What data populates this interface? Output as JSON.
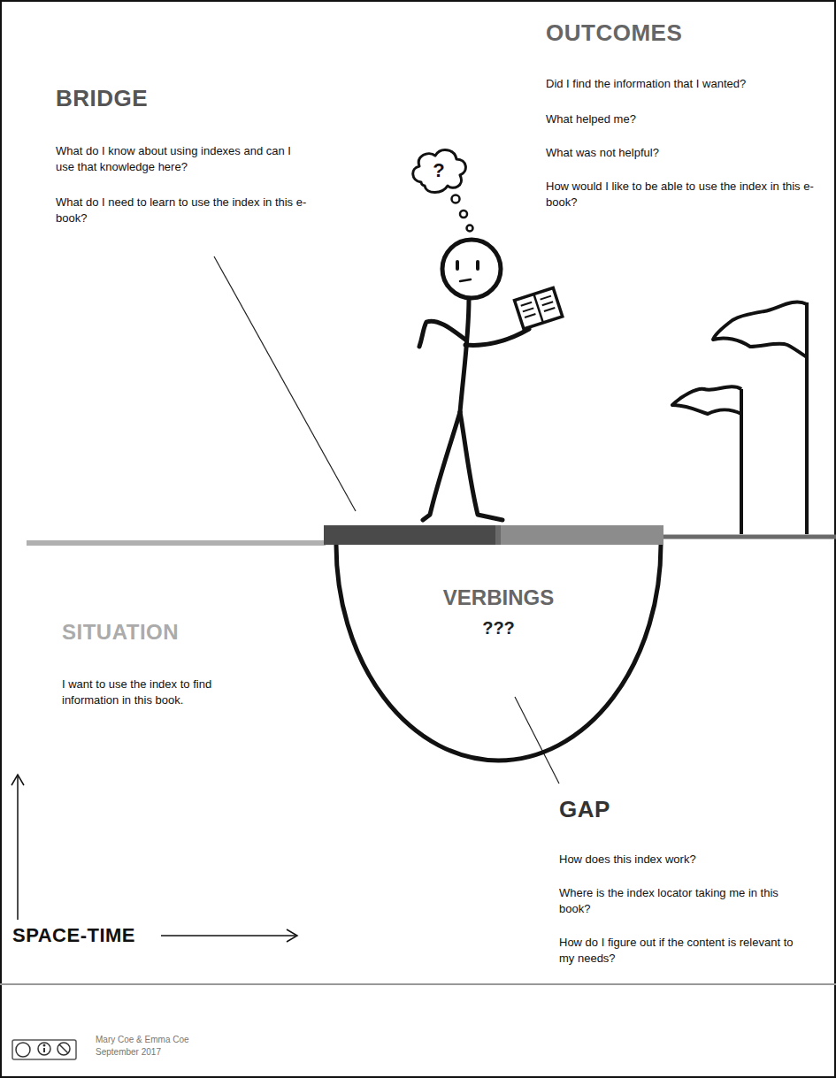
{
  "diagram": {
    "nodes": [
      {
        "text": [
          "?"
        ]
      },
      {
        "text": [
          "VERBINGS",
          "???"
        ]
      }
    ],
    "labels": [
      "BRIDGE",
      "What do I know about using indexes and can I use that knowledge here?",
      "What do I need to learn to use the index in this e-book?",
      "OUTCOMES",
      "Did I find the information that I wanted?",
      "What helped me?",
      "What was not helpful?",
      "How would I like to be able to use the index in this e-book?",
      "SITUATION",
      "I want to use the index to find information in this book.",
      "GAP",
      "How does this index work?",
      "Where is the index locator taking me in this book?",
      "How do I figure out if the content is relevant to my needs?",
      "SPACE-TIME",
      "Mary Coe & Emma Coe",
      "September 2017"
    ]
  }
}
